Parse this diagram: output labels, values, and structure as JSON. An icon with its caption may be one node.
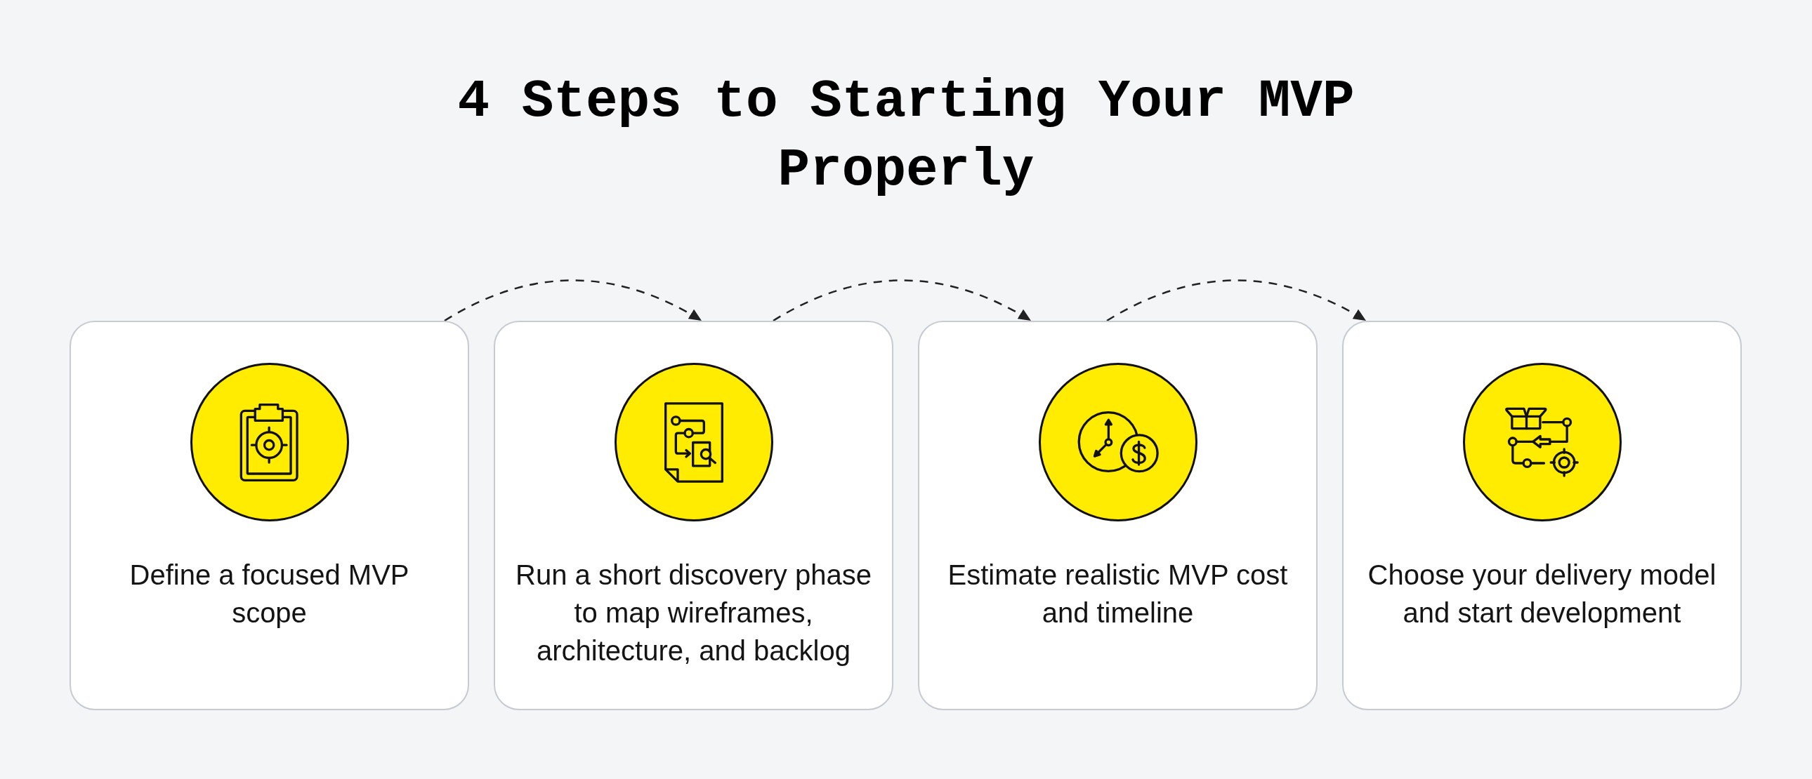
{
  "diagram": {
    "title": "4 Steps to Starting Your MVP Properly",
    "nodes": [
      {
        "text": [
          "Define a focused MVP scope"
        ]
      },
      {
        "text": [
          "Run a short discovery phase to map wireframes, architecture, and backlog"
        ]
      },
      {
        "text": [
          "Estimate realistic MVP cost and timeline"
        ]
      },
      {
        "text": [
          "Choose your delivery model and start development"
        ]
      }
    ],
    "edges": [
      {
        "from": 0,
        "to": 1,
        "arrow": "to",
        "style": "dashed"
      },
      {
        "from": 1,
        "to": 2,
        "arrow": "to",
        "style": "dashed"
      },
      {
        "from": 2,
        "to": 3,
        "arrow": "to",
        "style": "dashed"
      }
    ]
  }
}
